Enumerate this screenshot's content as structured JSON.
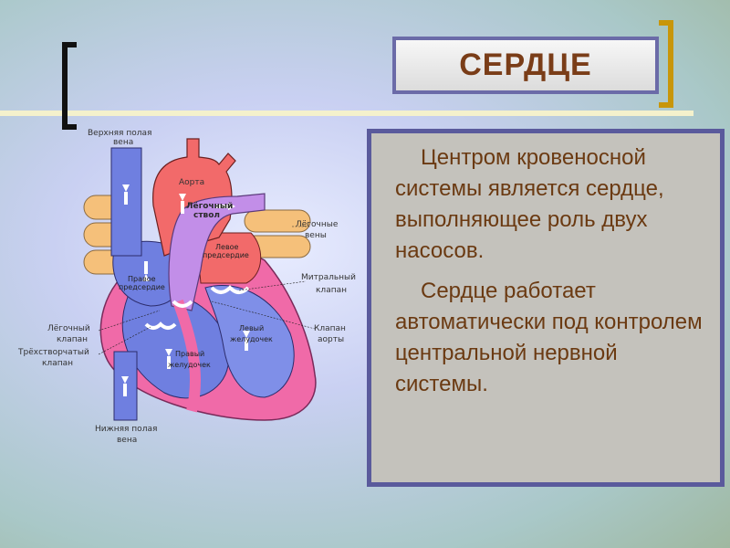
{
  "title": "СЕРДЦЕ",
  "paragraphs": [
    "Центром кровеносной системы является сердце, выполняющее роль двух насосов.",
    "Сердце работает автоматически под контролем центральной нервной системы."
  ],
  "diagram": {
    "labels": {
      "superior_vena_cava": [
        "Верхняя полая",
        "вена"
      ],
      "aorta": "Аорта",
      "pulmonary_trunk": [
        "Лёгочный",
        "ствол"
      ],
      "pulmonary_veins": [
        "Лёгочные",
        "вены"
      ],
      "left_atrium": [
        "Левое",
        "предсердие"
      ],
      "right_atrium": [
        "Правое",
        "предсердие"
      ],
      "mitral_valve": [
        "Митральный",
        "клапан"
      ],
      "pulmonary_valve": [
        "Лёгочный",
        "клапан"
      ],
      "aortic_valve": [
        "Клапан",
        "аорты"
      ],
      "left_ventricle": [
        "Левый",
        "желудочек"
      ],
      "tricuspid_valve": [
        "Трёхстворчатый",
        "клапан"
      ],
      "right_ventricle": [
        "Правый",
        "желудочек"
      ],
      "inferior_vena_cava": [
        "Нижняя полая",
        "вена"
      ]
    },
    "colors": {
      "oxygenated": "#f26a6a",
      "deoxygenated": "#6f7fe0",
      "pulmonary_artery": "#c28ee8",
      "vein_orange": "#f5c07a",
      "wall_pink": "#f06aa8"
    }
  }
}
